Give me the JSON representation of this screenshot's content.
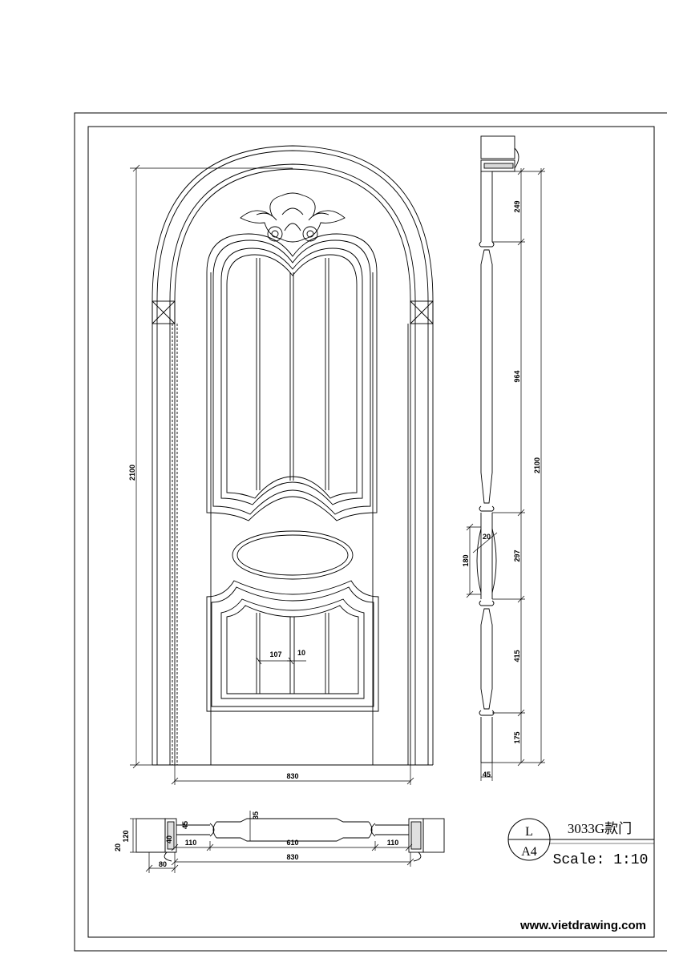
{
  "title_block": {
    "model": "3033G款门",
    "scale": "Scale: 1:10",
    "sheet_letter": "L",
    "sheet_size": "A4"
  },
  "watermark": "www.vietdrawing.com",
  "front_view": {
    "height_label": "2100",
    "width_label": "830",
    "mullion_spacing": "107",
    "mullion_width": "10"
  },
  "side_section": {
    "total": "2100",
    "top": "249",
    "upper_panel": "964",
    "middle": "297",
    "middle_inner": "180",
    "middle_gap": "20",
    "lower_panel": "415",
    "bottom": "175",
    "thickness": "45"
  },
  "plan_section": {
    "height_a": "120",
    "height_b": "20",
    "jamb_depth": "45",
    "depth_small": "40",
    "panel_depth": "35",
    "stile_left": "110",
    "panel_width": "610",
    "stile_right": "110",
    "frame_left": "80",
    "total_width": "830"
  },
  "colors": {
    "line": "#000000",
    "paper": "#ffffff"
  }
}
